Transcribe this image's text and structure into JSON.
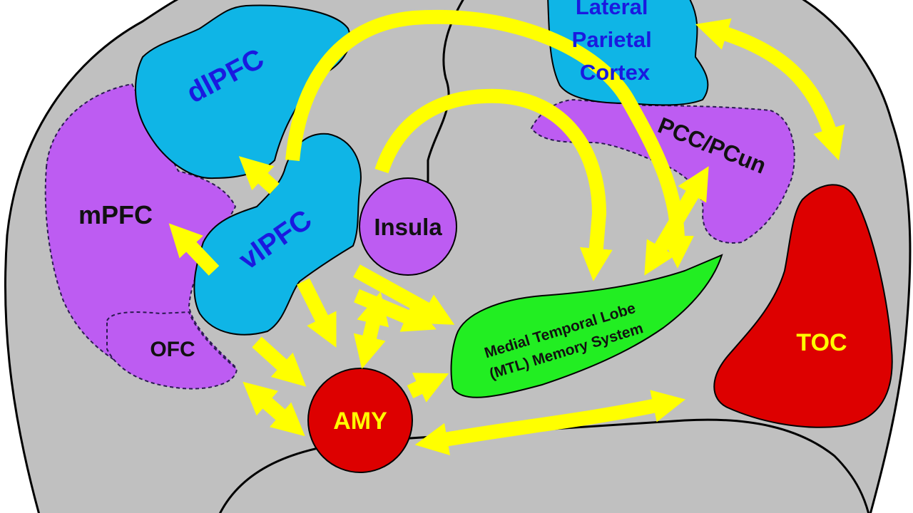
{
  "regions": {
    "lpc": {
      "lines": [
        "Lateral",
        "Parietal",
        "Cortex"
      ]
    },
    "dlpfc": {
      "label": "dlPFC"
    },
    "vlpfc": {
      "label": "vlPFC"
    },
    "mpfc": {
      "label": "mPFC"
    },
    "ofc": {
      "label": "OFC"
    },
    "insula": {
      "label": "Insula"
    },
    "pcc": {
      "label": "PCC/PCun"
    },
    "mtl": {
      "lines": [
        "Medial Temporal Lobe",
        "(MTL) Memory System"
      ]
    },
    "amy": {
      "label": "AMY"
    },
    "toc": {
      "label": "TOC"
    }
  },
  "colors": {
    "brain": "#c0c0c0",
    "outline": "#000000",
    "blue_region": "#0fb5e6",
    "blue_text": "#1a1adf",
    "purple_region": "#bd5cf2",
    "green_region": "#22ee22",
    "red_region": "#dd0000",
    "yellow_text": "#ffff00",
    "arrow": "#ffff00"
  }
}
